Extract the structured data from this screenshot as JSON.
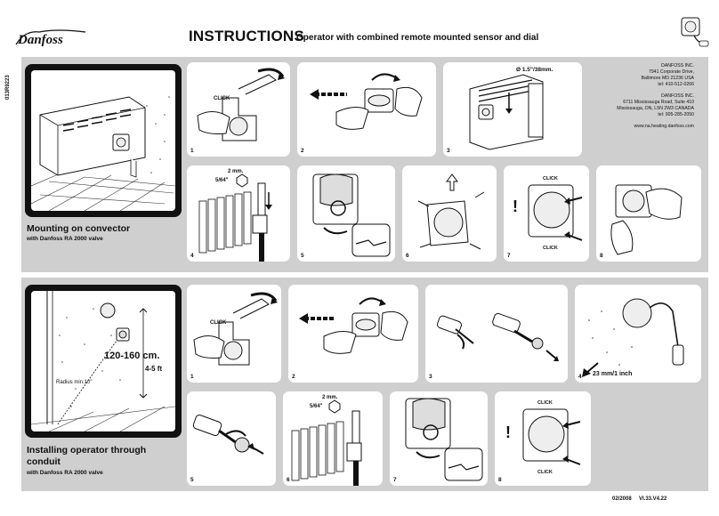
{
  "header": {
    "brand": "Danfoss",
    "title": "INSTRUCTIONS",
    "subtitle": "Operator with combined remote mounted sensor and dial",
    "code": "013R9223"
  },
  "section1": {
    "title": "Mounting on convector",
    "subtitle": "with Danfoss RA 2000 valve",
    "panels": [
      "1",
      "2",
      "3",
      "4",
      "5",
      "6",
      "7",
      "8"
    ],
    "labels": {
      "click": "CLICK",
      "pipe_size": "Ø 1.5\"/38mm.",
      "hex_mm": "2 mm.",
      "hex_in": "5/64\""
    }
  },
  "address": {
    "us": [
      "DANFOSS INC.",
      "7941 Corporate Drive,",
      "Baltimore MD 21236    USA",
      "tel: 410-512-0266"
    ],
    "ca": [
      "DANFOSS INC.",
      "6711 Mississauga Road, Suite 410",
      "Mississauga, ON, L5N 2W3  CANADA",
      "tel: 905-285-2050"
    ],
    "web": "www.na.heating.danfoss.com"
  },
  "section2": {
    "title_line1": "Installing operator through",
    "title_line2": "conduit",
    "subtitle": "with Danfoss RA 2000 valve",
    "panels": [
      "1",
      "2",
      "3",
      "4",
      "5",
      "6",
      "7",
      "8"
    ],
    "labels": {
      "height_cm": "120-160 cm.",
      "height_ft": "4-5 ft",
      "radius": "Radius min.10\"",
      "distance": "23 mm/1 inch",
      "click": "CLICK",
      "hex_mm": "2 mm.",
      "hex_in": "5/64\""
    }
  },
  "footer": {
    "date": "02/2008",
    "version": "VI.33.V4.22"
  }
}
